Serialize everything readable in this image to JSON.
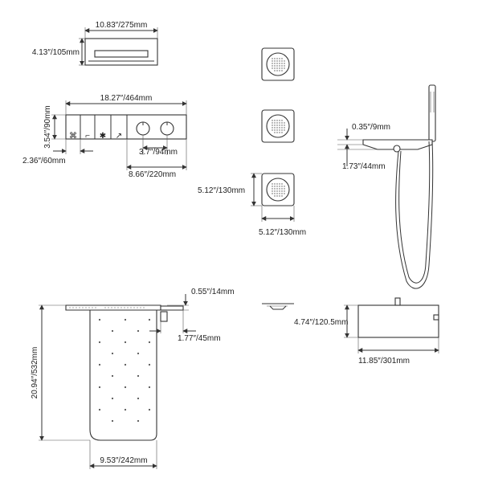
{
  "dimensions": {
    "head_width": "10.83″/275mm",
    "head_height": "4.13″/105mm",
    "panel_width": "18.27″/464mm",
    "panel_height": "3.54″/90mm",
    "panel_button_pitch": "2.36″/60mm",
    "panel_knob_pitch": "3.7″/94mm",
    "panel_knob_section": "8.66″/220mm",
    "jet_height": "5.12″/130mm",
    "jet_width": "5.12″/130mm",
    "holder_thickness": "0.35″/9mm",
    "holder_height": "1.73″/44mm",
    "waterfall_top_thickness": "0.55″/14mm",
    "waterfall_arm": "1.77″/45mm",
    "waterfall_length": "20.94″/532mm",
    "waterfall_width": "9.53″/242mm",
    "box_height": "4.74″/120.5mm",
    "box_width": "11.85″/301mm"
  },
  "icons": [
    "arrow-head-icon",
    "shower-jet-icon",
    "hand-shower-icon"
  ],
  "colors": {
    "line": "#333333",
    "background": "#ffffff"
  }
}
